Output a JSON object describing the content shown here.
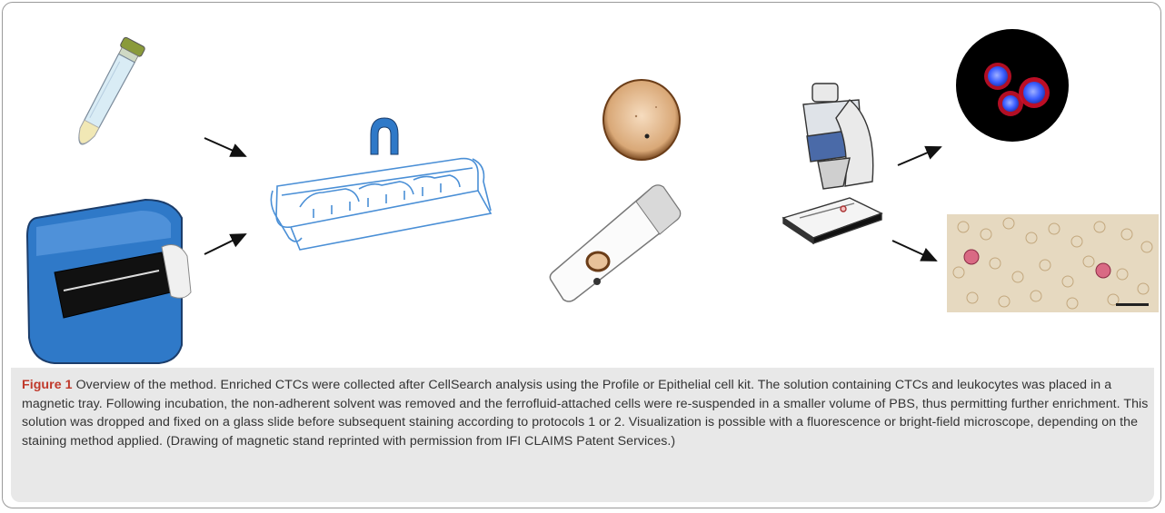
{
  "figure": {
    "label": "Figure 1",
    "caption": " Overview of the method. Enriched CTCs were collected after CellSearch analysis using the Profile or Epithelial cell kit. The solution containing CTCs and leukocytes was placed in a magnetic tray. Following incubation, the non-adherent solvent was removed and the ferrofluid-attached cells were re-suspended in a smaller volume of PBS, thus permitting further enrichment. This solution was dropped and fixed on a glass slide before subsequent staining according to protocols 1 or 2. Visualization is possible with a fluorescence or bright-field microscope, depending on the staining method applied. (Drawing of magnetic stand reprinted with permission from IFI CLAIMS Patent Services.)"
  },
  "colors": {
    "caption_label": "#c0392b",
    "caption_bg": "#e8e8e8",
    "instrument_blue": "#2f79c8",
    "cell_nucleus": "#3a5dff",
    "cell_membrane": "#e0203a"
  },
  "icons": [
    "tube-icon",
    "cellsearch-instrument-icon",
    "magnet-icon",
    "magnetic-tray-icon",
    "droplet-disc-icon",
    "glass-slide-icon",
    "microscope-icon",
    "fluorescence-image",
    "brightfield-image",
    "arrow-icon"
  ]
}
